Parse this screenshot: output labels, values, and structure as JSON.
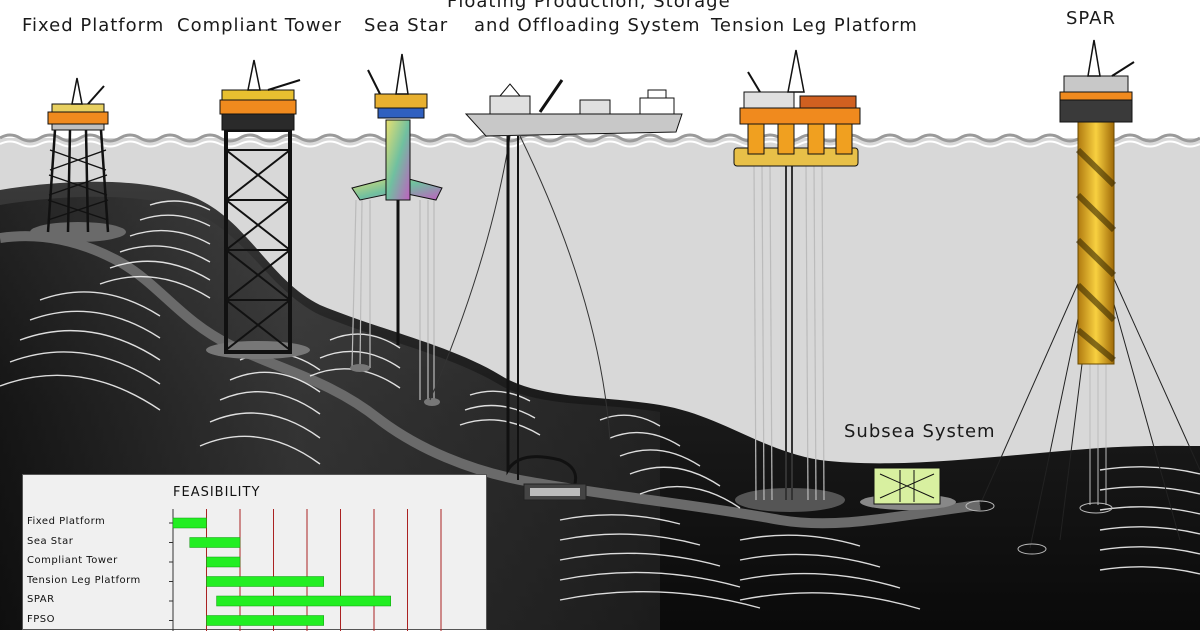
{
  "labels": {
    "fixed_platform": "Fixed Platform",
    "compliant_tower": "Compliant Tower",
    "sea_star": "Sea Star",
    "fpso_line1": "Floating Production, Storage",
    "fpso_line2": "and Offloading System",
    "tension_leg_platform": "Tension Leg Platform",
    "spar": "SPAR",
    "subsea_system": "Subsea System"
  },
  "colors": {
    "sea": "#d8d8d8",
    "seabed_dark": "#141414",
    "seabed_light": "#7a7a7a",
    "structure": "#111111",
    "deck_orange": "#f08a1e",
    "spar_yellow": "#f0c020",
    "bar_green": "#22ee22",
    "grid_red": "#aa2222"
  },
  "chart_data": {
    "type": "bar",
    "title": "FEASIBILITY",
    "categories": [
      "Fixed Platform",
      "Sea Star",
      "Compliant Tower",
      "Tension Leg Platform",
      "SPAR",
      "FPSO"
    ],
    "ranges": [
      [
        0,
        1
      ],
      [
        0.5,
        2
      ],
      [
        1,
        2
      ],
      [
        1,
        4.5
      ],
      [
        1.3,
        6.5
      ],
      [
        1,
        4.5
      ]
    ],
    "grid_count": 8
  }
}
